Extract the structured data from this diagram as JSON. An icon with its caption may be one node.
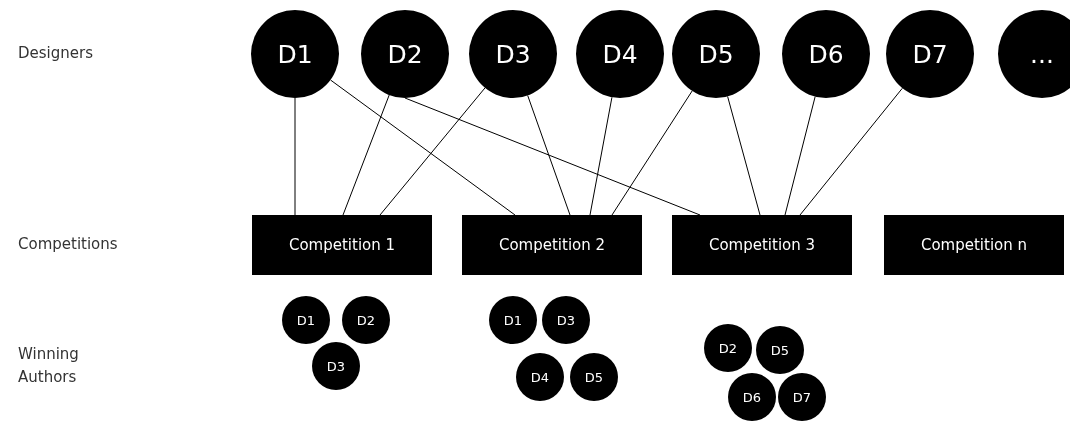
{
  "diagram": {
    "nodes": [
      {
        "text": [
          "D1"
        ]
      },
      {
        "text": [
          "D2"
        ]
      },
      {
        "text": [
          "D3"
        ]
      },
      {
        "text": [
          "D4"
        ]
      },
      {
        "text": [
          "D5"
        ]
      },
      {
        "text": [
          "D6"
        ]
      },
      {
        "text": [
          "D7"
        ]
      },
      {
        "text": [
          "..."
        ]
      },
      {
        "text": [
          "Competition 1"
        ]
      },
      {
        "text": [
          "Competition 2"
        ]
      },
      {
        "text": [
          "Competition 3"
        ]
      },
      {
        "text": [
          "Competition n"
        ]
      },
      {
        "text": [
          "D1"
        ]
      },
      {
        "text": [
          "D2"
        ]
      },
      {
        "text": [
          "D3"
        ]
      },
      {
        "text": [
          "D1"
        ]
      },
      {
        "text": [
          "D3"
        ]
      },
      {
        "text": [
          "D4"
        ]
      },
      {
        "text": [
          "D5"
        ]
      },
      {
        "text": [
          "D2"
        ]
      },
      {
        "text": [
          "D5"
        ]
      },
      {
        "text": [
          "D6"
        ]
      },
      {
        "text": [
          "D7"
        ]
      }
    ],
    "edges": [
      {
        "from": 0,
        "to": 8,
        "arrow": "none"
      },
      {
        "from": 0,
        "to": 9,
        "arrow": "none"
      },
      {
        "from": 1,
        "to": 8,
        "arrow": "none"
      },
      {
        "from": 1,
        "to": 10,
        "arrow": "none"
      },
      {
        "from": 2,
        "to": 8,
        "arrow": "none"
      },
      {
        "from": 2,
        "to": 9,
        "arrow": "none"
      },
      {
        "from": 3,
        "to": 9,
        "arrow": "none"
      },
      {
        "from": 4,
        "to": 9,
        "arrow": "none"
      },
      {
        "from": 4,
        "to": 10,
        "arrow": "none"
      },
      {
        "from": 5,
        "to": 10,
        "arrow": "none"
      },
      {
        "from": 6,
        "to": 10,
        "arrow": "none"
      }
    ],
    "labels": [
      "Designers",
      "Competitions",
      "Winning Authors"
    ]
  }
}
